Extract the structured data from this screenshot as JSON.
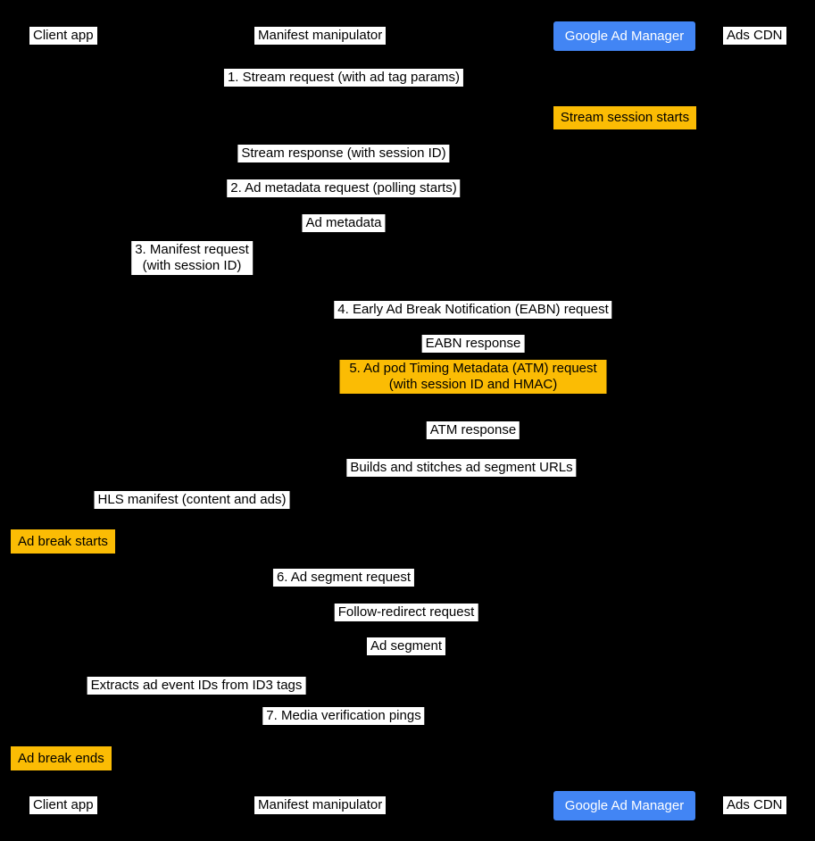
{
  "colors": {
    "background": "#000000",
    "label_background": "#FFFFFF",
    "note_highlight": "#FBBC04",
    "participant_highlight": "#4285F4",
    "participant_highlight_text": "#FFFFFF",
    "label_text": "#000000"
  },
  "participants": [
    {
      "name": "Client app",
      "style": "plain"
    },
    {
      "name": "Manifest manipulator",
      "style": "plain"
    },
    {
      "name": "Google Ad Manager",
      "style": "blue"
    },
    {
      "name": "Ads CDN",
      "style": "plain"
    }
  ],
  "events": [
    {
      "kind": "message",
      "text": "1. Stream request (with ad tag params)"
    },
    {
      "kind": "note",
      "text": "Stream session starts"
    },
    {
      "kind": "message",
      "text": "Stream response (with session ID)"
    },
    {
      "kind": "message",
      "text": "2. Ad metadata request (polling starts)"
    },
    {
      "kind": "message",
      "text": "Ad metadata"
    },
    {
      "kind": "message",
      "text": "3. Manifest request\n(with session ID)"
    },
    {
      "kind": "message",
      "text": "4. Early Ad Break Notification (EABN) request"
    },
    {
      "kind": "message",
      "text": "EABN response"
    },
    {
      "kind": "note",
      "text": "5. Ad pod Timing Metadata (ATM) request\n(with session ID and HMAC)"
    },
    {
      "kind": "message",
      "text": "ATM response"
    },
    {
      "kind": "message",
      "text": "Builds and stitches ad segment URLs"
    },
    {
      "kind": "message",
      "text": "HLS manifest (content and ads)"
    },
    {
      "kind": "note",
      "text": "Ad break starts"
    },
    {
      "kind": "message",
      "text": "6. Ad segment request"
    },
    {
      "kind": "message",
      "text": "Follow-redirect request"
    },
    {
      "kind": "message",
      "text": "Ad segment"
    },
    {
      "kind": "message",
      "text": "Extracts ad event IDs from ID3 tags"
    },
    {
      "kind": "message",
      "text": "7. Media verification pings"
    },
    {
      "kind": "note",
      "text": "Ad break ends"
    }
  ]
}
